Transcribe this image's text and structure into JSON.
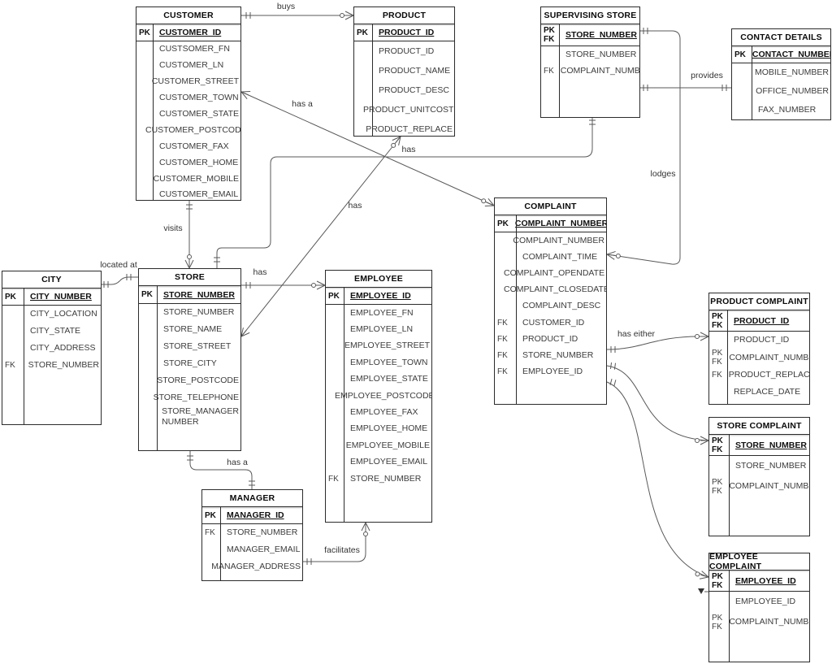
{
  "colors": {
    "background": "#ffffff",
    "entity_border": "#2b2b2b",
    "line": "#585858",
    "field_text": "#3c3c3c",
    "title_text": "#0a0a0a"
  },
  "entities": [
    {
      "id": "customer",
      "title": "CUSTOMER",
      "pk_keys": "PK",
      "pk_name": "CUSTOMER_ID",
      "fields": [
        {
          "k": "",
          "n": "CUSTSOMER_FN"
        },
        {
          "k": "",
          "n": "CUSTOMER_LN"
        },
        {
          "k": "",
          "n": "CUSTOMER_STREET"
        },
        {
          "k": "",
          "n": "CUSTOMER_TOWN"
        },
        {
          "k": "",
          "n": "CUSTOMER_STATE"
        },
        {
          "k": "",
          "n": "CUSTOMER_POSTCODE"
        },
        {
          "k": "",
          "n": "CUSTOMER_FAX"
        },
        {
          "k": "",
          "n": "CUSTOMER_HOME"
        },
        {
          "k": "",
          "n": "CUSTOMER_MOBILE"
        },
        {
          "k": "",
          "n": "CUSTOMER_EMAIL"
        }
      ]
    },
    {
      "id": "product",
      "title": "PRODUCT",
      "pk_keys": "PK",
      "pk_name": "PRODUCT_ID",
      "fields": [
        {
          "k": "",
          "n": "PRODUCT_ID"
        },
        {
          "k": "",
          "n": "PRODUCT_NAME"
        },
        {
          "k": "",
          "n": "PRODUCT_DESC"
        },
        {
          "k": "",
          "n": "PRODUCT_UNITCOST"
        },
        {
          "k": "",
          "n": "PRODUCT_REPLACE"
        }
      ]
    },
    {
      "id": "supervising_store",
      "title": "SUPERVISING STORE",
      "pk_keys": "PK\nFK",
      "pk_name": "STORE_NUMBER",
      "fields": [
        {
          "k": "",
          "n": "STORE_NUMBER"
        },
        {
          "k": "FK",
          "n": "COMPLAINT_NUMBER"
        }
      ]
    },
    {
      "id": "contact_details",
      "title": "CONTACT DETAILS",
      "pk_keys": "PK",
      "pk_name": "CONTACT_NUMBER",
      "fields": [
        {
          "k": "",
          "n": "MOBILE_NUMBER"
        },
        {
          "k": "",
          "n": "OFFICE_NUMBER"
        },
        {
          "k": "",
          "n": "FAX_NUMBER"
        }
      ]
    },
    {
      "id": "city",
      "title": "CITY",
      "pk_keys": "PK",
      "pk_name": "CITY_NUMBER",
      "fields": [
        {
          "k": "",
          "n": "CITY_LOCATION"
        },
        {
          "k": "",
          "n": "CITY_STATE"
        },
        {
          "k": "",
          "n": "CITY_ADDRESS"
        },
        {
          "k": "FK",
          "n": "STORE_NUMBER"
        }
      ]
    },
    {
      "id": "store",
      "title": "STORE",
      "pk_keys": "PK",
      "pk_name": "STORE_NUMBER",
      "fields": [
        {
          "k": "",
          "n": "STORE_NUMBER"
        },
        {
          "k": "",
          "n": "STORE_NAME"
        },
        {
          "k": "",
          "n": "STORE_STREET"
        },
        {
          "k": "",
          "n": "STORE_CITY"
        },
        {
          "k": "",
          "n": "STORE_POSTCODE"
        },
        {
          "k": "",
          "n": "STORE_TELEPHONE"
        },
        {
          "k": "",
          "n": "STORE_MANAGER NUMBER"
        }
      ]
    },
    {
      "id": "employee",
      "title": "EMPLOYEE",
      "pk_keys": "PK",
      "pk_name": "EMPLOYEE_ID",
      "fields": [
        {
          "k": "",
          "n": "EMPLOYEE_FN"
        },
        {
          "k": "",
          "n": "EMPLOYEE_LN"
        },
        {
          "k": "",
          "n": "EMPLOYEE_STREET"
        },
        {
          "k": "",
          "n": "EMPLOYEE_TOWN"
        },
        {
          "k": "",
          "n": "EMPLOYEE_STATE"
        },
        {
          "k": "",
          "n": "EMPLOYEE_POSTCODE"
        },
        {
          "k": "",
          "n": "EMPLOYEE_FAX"
        },
        {
          "k": "",
          "n": "EMPLOYEE_HOME"
        },
        {
          "k": "",
          "n": "EMPLOYEE_MOBILE"
        },
        {
          "k": "",
          "n": "EMPLOYEE_EMAIL"
        },
        {
          "k": "FK",
          "n": "STORE_NUMBER"
        }
      ]
    },
    {
      "id": "complaint",
      "title": "COMPLAINT",
      "pk_keys": "PK",
      "pk_name": "COMPLAINT_NUMBER",
      "fields": [
        {
          "k": "",
          "n": "COMPLAINT_NUMBER"
        },
        {
          "k": "",
          "n": "COMPLAINT_TIME"
        },
        {
          "k": "",
          "n": "COMPLAINT_OPENDATE"
        },
        {
          "k": "",
          "n": "COMPLAINT_CLOSEDATE"
        },
        {
          "k": "",
          "n": "COMPLAINT_DESC"
        },
        {
          "k": "FK",
          "n": "CUSTOMER_ID"
        },
        {
          "k": "FK",
          "n": "PRODUCT_ID"
        },
        {
          "k": "FK",
          "n": "STORE_NUMBER"
        },
        {
          "k": "FK",
          "n": "EMPLOYEE_ID"
        }
      ]
    },
    {
      "id": "product_complaint",
      "title": "PRODUCT COMPLAINT",
      "pk_keys": "PK\nFK",
      "pk_name": "PRODUCT_ID",
      "fields": [
        {
          "k": "",
          "n": "PRODUCT_ID"
        },
        {
          "k": "PK\nFK",
          "n": "COMPLAINT_NUMBER"
        },
        {
          "k": "FK",
          "n": "PRODUCT_REPLACE"
        },
        {
          "k": "",
          "n": "REPLACE_DATE"
        }
      ]
    },
    {
      "id": "store_complaint",
      "title": "STORE COMPLAINT",
      "pk_keys": "PK\nFK",
      "pk_name": "STORE_NUMBER",
      "fields": [
        {
          "k": "",
          "n": "STORE_NUMBER"
        },
        {
          "k": "PK\nFK",
          "n": "COMPLAINT_NUMBER"
        }
      ]
    },
    {
      "id": "employee_complaint",
      "title": "EMPLOYEE COMPLAINT",
      "pk_keys": "PK\nFK",
      "pk_name": "EMPLOYEE_ID",
      "fields": [
        {
          "k": "",
          "n": "EMPLOYEE_ID"
        },
        {
          "k": "PK\nFK",
          "n": "COMPLAINT_NUMBER"
        }
      ]
    },
    {
      "id": "manager",
      "title": "MANAGER",
      "pk_keys": "PK",
      "pk_name": "MANAGER_ID",
      "fields": [
        {
          "k": "FK",
          "n": "STORE_NUMBER"
        },
        {
          "k": "",
          "n": "MANAGER_EMAIL"
        },
        {
          "k": "",
          "n": "MANAGER_ADDRESS"
        }
      ]
    }
  ],
  "relationships": [
    {
      "label": "buys",
      "from": "CUSTOMER",
      "to": "PRODUCT"
    },
    {
      "label": "has a",
      "from": "CUSTOMER",
      "to": "COMPLAINT"
    },
    {
      "label": "has",
      "from": "STORE",
      "to": "PRODUCT"
    },
    {
      "label": "has",
      "from": "STORE",
      "to": "SUPERVISING STORE"
    },
    {
      "label": "visits",
      "from": "CUSTOMER",
      "to": "STORE"
    },
    {
      "label": "located at",
      "from": "CITY",
      "to": "STORE"
    },
    {
      "label": "has",
      "from": "STORE",
      "to": "EMPLOYEE"
    },
    {
      "label": "lodges",
      "from": "SUPERVISING STORE",
      "to": "COMPLAINT"
    },
    {
      "label": "provides",
      "from": "SUPERVISING STORE",
      "to": "CONTACT DETAILS"
    },
    {
      "label": "has either",
      "from": "COMPLAINT",
      "to": "PRODUCT COMPLAINT / STORE COMPLAINT / EMPLOYEE COMPLAINT"
    },
    {
      "label": "facilitates",
      "from": "EMPLOYEE",
      "to": "MANAGER"
    },
    {
      "label": "has a",
      "from": "STORE",
      "to": "MANAGER"
    }
  ]
}
